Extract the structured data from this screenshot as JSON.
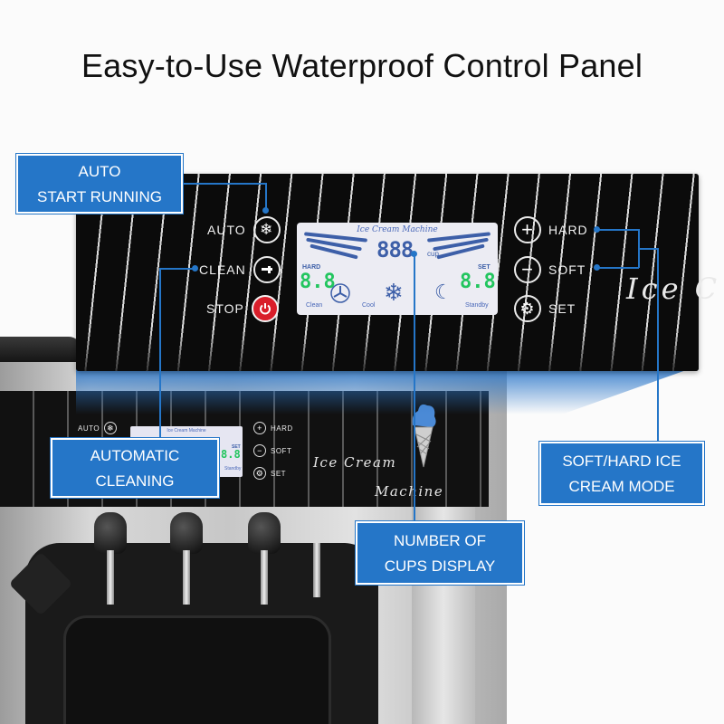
{
  "headline": "Easy-to-Use Waterproof Control Panel",
  "panel": {
    "left_keys": [
      {
        "label": "AUTO",
        "icon": "snowflake-icon",
        "glyph": "❄"
      },
      {
        "label": "CLEAN",
        "icon": "faucet-icon",
        "glyph": "⛲"
      },
      {
        "label": "STOP",
        "icon": "power-icon",
        "glyph": "⏻"
      }
    ],
    "right_keys": [
      {
        "label": "HARD",
        "icon": "plus-icon",
        "glyph": "+"
      },
      {
        "label": "SOFT",
        "icon": "minus-icon",
        "glyph": "−"
      },
      {
        "label": "SET",
        "icon": "gear-icon",
        "glyph": "⚙"
      }
    ],
    "brand_script": "Ice C",
    "display": {
      "title": "Ice Cream Machine",
      "cups_value": "888",
      "cups_unit": "cup",
      "hard_label": "HARD",
      "hard_value": "8.8",
      "set_label": "SET",
      "set_value": "8.8",
      "clean_label": "Clean",
      "cool_label": "Cool",
      "standby_label": "Standby",
      "segment_color": "#22c55e",
      "accent_color": "#3d5fa8"
    }
  },
  "small_panel": {
    "auto_label": "AUTO",
    "hard_label": "HARD",
    "soft_label": "SOFT",
    "set_label": "SET",
    "script_line1": "Ice Cream",
    "script_line2": "Machine",
    "display_title": "Ice Cream Machine",
    "set_value": "8.8",
    "set_label_small": "SET",
    "standby_label": "Standby"
  },
  "callouts": {
    "auto": [
      "AUTO",
      "START RUNNING"
    ],
    "cleaning": [
      "AUTOMATIC",
      "CLEANING"
    ],
    "cups": [
      "NUMBER OF",
      "CUPS DISPLAY"
    ],
    "mode": [
      "SOFT/HARD ICE",
      "CREAM MODE"
    ]
  },
  "colors": {
    "callout_blue": "#2576c8",
    "panel_black": "#0b0b0b",
    "stop_red": "#d91e2a"
  }
}
